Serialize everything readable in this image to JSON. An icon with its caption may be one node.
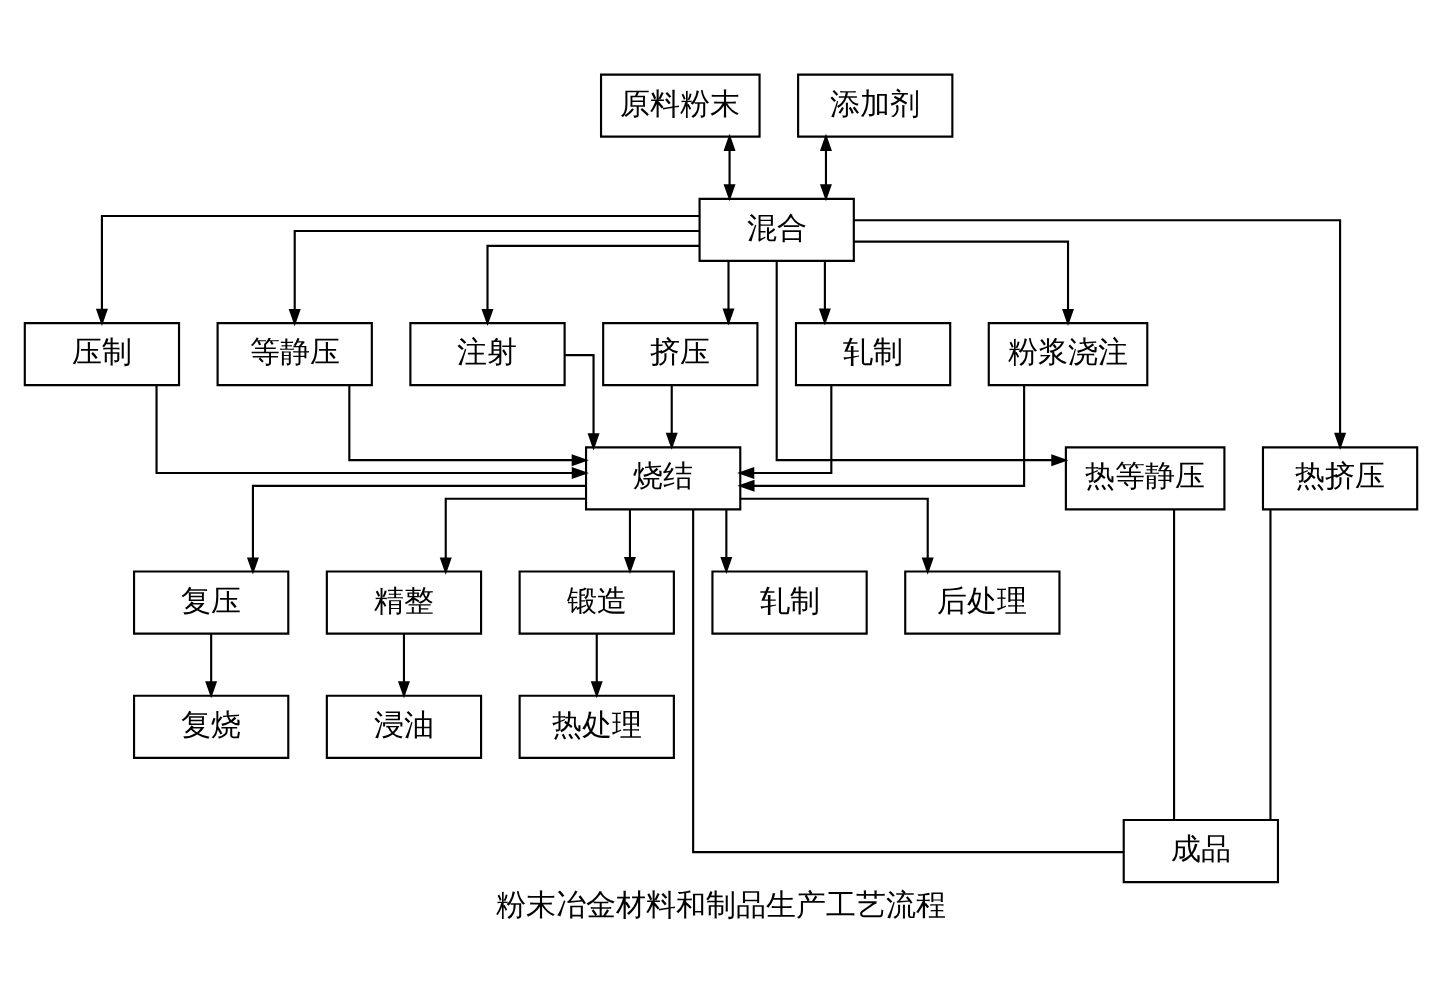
{
  "diagram": {
    "caption": "粉末冶金材料和制品生产工艺流程",
    "nodes": [
      {
        "text": [
          "原料粉末"
        ]
      },
      {
        "text": [
          "添加剂"
        ]
      },
      {
        "text": [
          "混合"
        ]
      },
      {
        "text": [
          "压制"
        ]
      },
      {
        "text": [
          "等静压"
        ]
      },
      {
        "text": [
          "注射"
        ]
      },
      {
        "text": [
          "挤压"
        ]
      },
      {
        "text": [
          "轧制"
        ]
      },
      {
        "text": [
          "粉浆浇注"
        ]
      },
      {
        "text": [
          "热等静压"
        ]
      },
      {
        "text": [
          "烧结"
        ]
      },
      {
        "text": [
          "热挤压"
        ]
      },
      {
        "text": [
          "复压"
        ]
      },
      {
        "text": [
          "精整"
        ]
      },
      {
        "text": [
          "锻造"
        ]
      },
      {
        "text": [
          "轧制"
        ]
      },
      {
        "text": [
          "后处理"
        ]
      },
      {
        "text": [
          "复烧"
        ]
      },
      {
        "text": [
          "浸油"
        ]
      },
      {
        "text": [
          "热处理"
        ]
      },
      {
        "text": [
          "成品"
        ]
      }
    ],
    "edges": [
      {
        "from": 0,
        "to": 2,
        "arrow": "both"
      },
      {
        "from": 1,
        "to": 2,
        "arrow": "both"
      },
      {
        "from": 2,
        "to": 9,
        "arrow": "to"
      },
      {
        "from": 2,
        "to": 3,
        "arrow": "to"
      },
      {
        "from": 2,
        "to": 4,
        "arrow": "to"
      },
      {
        "from": 2,
        "to": 5,
        "arrow": "to"
      },
      {
        "from": 2,
        "to": 6,
        "arrow": "to"
      },
      {
        "from": 2,
        "to": 7,
        "arrow": "to"
      },
      {
        "from": 2,
        "to": 8,
        "arrow": "to"
      },
      {
        "from": 2,
        "to": 11,
        "arrow": "to"
      },
      {
        "from": 3,
        "to": 10,
        "arrow": "to"
      },
      {
        "from": 4,
        "to": 10,
        "arrow": "to"
      },
      {
        "from": 5,
        "to": 10,
        "arrow": "to"
      },
      {
        "from": 6,
        "to": 10,
        "arrow": "to"
      },
      {
        "from": 7,
        "to": 10,
        "arrow": "to"
      },
      {
        "from": 8,
        "to": 10,
        "arrow": "to"
      },
      {
        "from": 10,
        "to": 12,
        "arrow": "to"
      },
      {
        "from": 10,
        "to": 13,
        "arrow": "to"
      },
      {
        "from": 10,
        "to": 14,
        "arrow": "to"
      },
      {
        "from": 10,
        "to": 15,
        "arrow": "to"
      },
      {
        "from": 10,
        "to": 16,
        "arrow": "to"
      },
      {
        "from": 12,
        "to": 17,
        "arrow": "to"
      },
      {
        "from": 13,
        "to": 18,
        "arrow": "to"
      },
      {
        "from": 14,
        "to": 19,
        "arrow": "to"
      },
      {
        "from": 9,
        "to": 20,
        "arrow": "none"
      },
      {
        "from": 10,
        "to": 20,
        "arrow": "none"
      },
      {
        "from": 11,
        "to": 20,
        "arrow": "none"
      }
    ]
  }
}
